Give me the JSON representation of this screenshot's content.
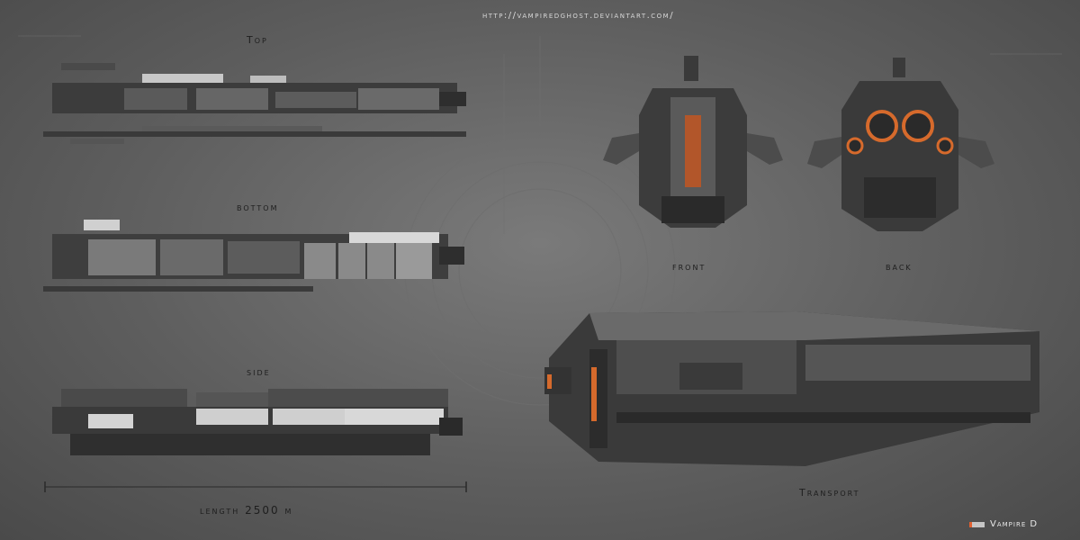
{
  "watermark_url": "http://vampiredghost.deviantart.com/",
  "views": {
    "top": "Top",
    "bottom": "bottom",
    "side": "side",
    "front": "front",
    "back": "back",
    "transport": "Transport"
  },
  "length_label": "length 2500 m",
  "credit": "Vampire D",
  "colors": {
    "hull_dark": "#3a3a3a",
    "hull_mid": "#5a5a5a",
    "hull_light": "#c8c8c8",
    "engine_glow": "#d66a2c",
    "background": "#646464"
  }
}
